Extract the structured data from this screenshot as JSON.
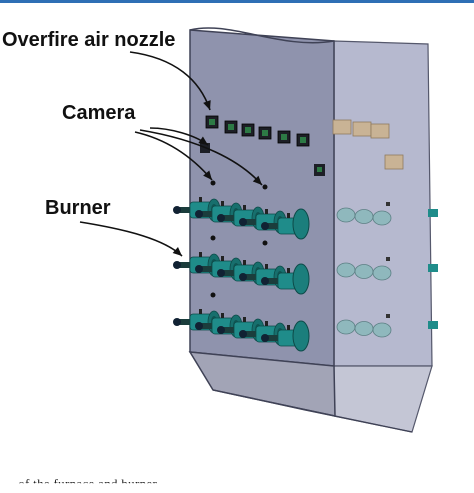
{
  "figure": {
    "labels": {
      "overfire_air_nozzle": "Overfire air nozzle",
      "camera": "Camera",
      "burner": "Burner"
    },
    "caption_fragment": "... of the furnace and burner",
    "colors": {
      "accent_rule": "#2e6fb5",
      "front_wall": "#8f93ad",
      "side_wall": "#b6b9cf",
      "hopper": "#a2a4b6",
      "burner": "#1f8c8a",
      "nozzle": "#2d7a45",
      "camera_box": "#c9b395"
    },
    "layout_counts": {
      "burner_rows": 3,
      "burners_per_row": 5,
      "overfire_air_nozzles": 6
    }
  }
}
